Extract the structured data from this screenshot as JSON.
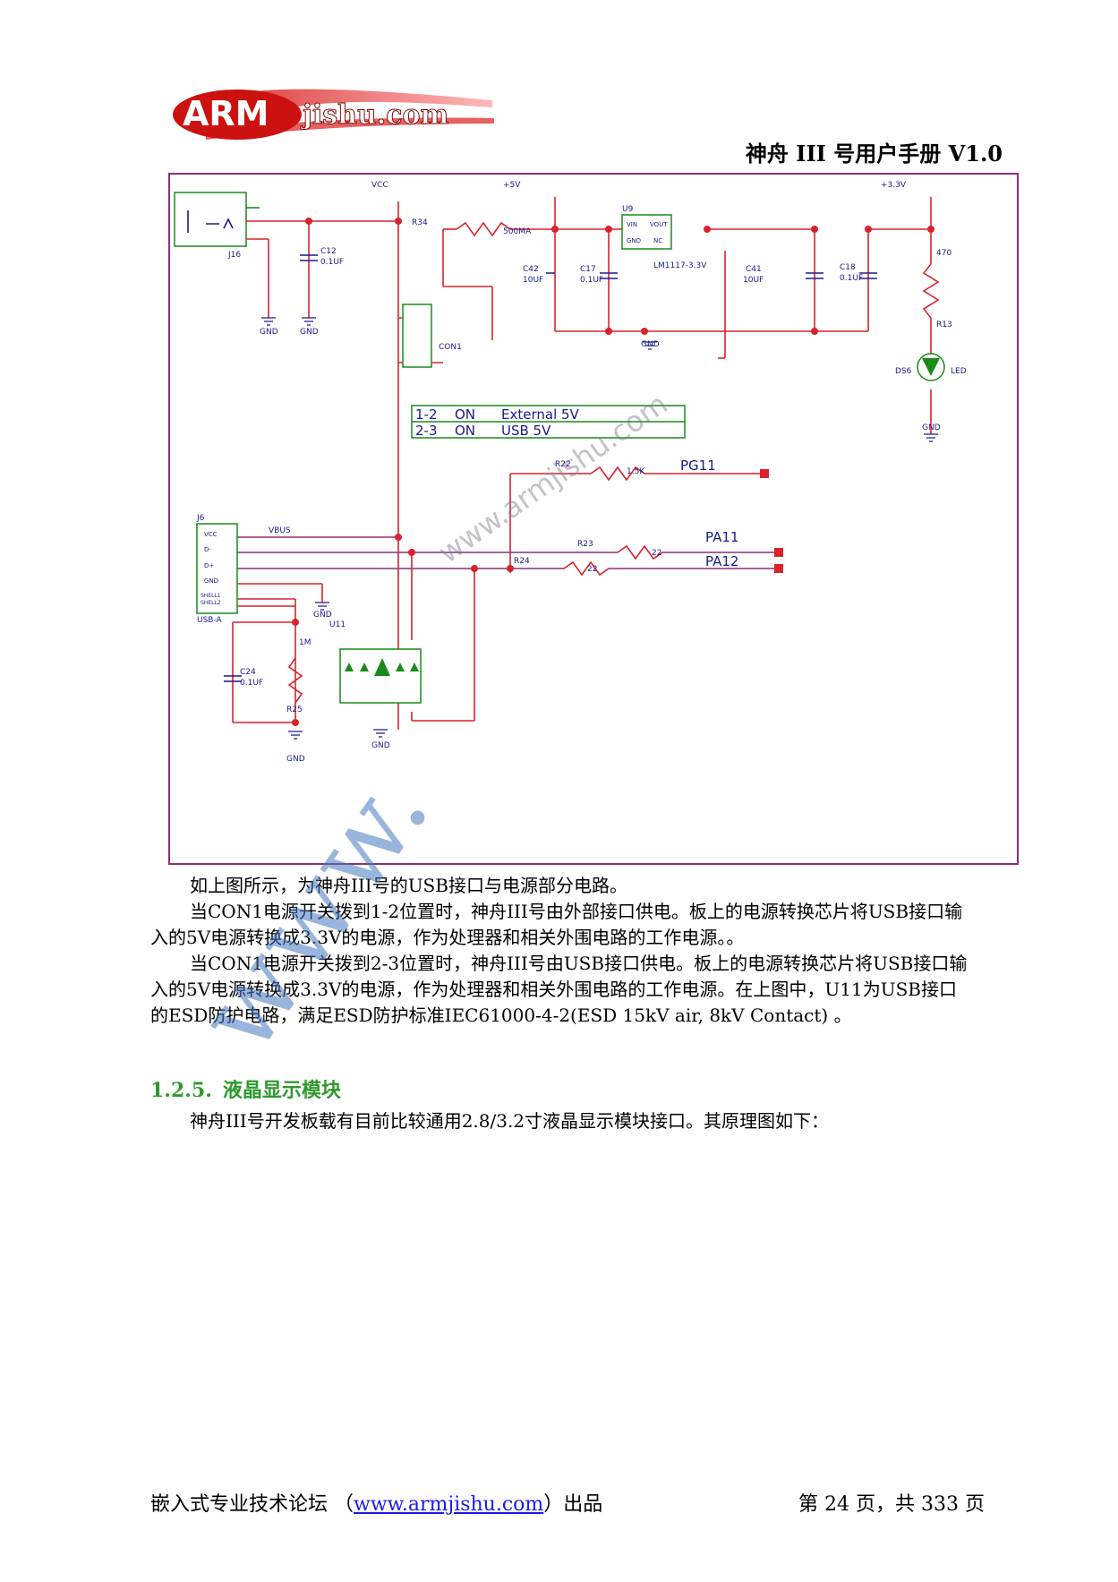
{
  "logo": {
    "brand_arm": "ARM",
    "brand_rest": "jishu.com"
  },
  "header": {
    "title": "神舟 III 号用户手册  V1.0"
  },
  "schematic": {
    "labels": {
      "vcc": "VCC",
      "p5v": "+5V",
      "p33v": "+3.3V",
      "j16": "J16",
      "c12": "C12",
      "c12v": "0.1UF",
      "gnd": "GND",
      "r34": "R34",
      "r34v": "500MA",
      "c42": "C42",
      "c42v": "10UF",
      "c17": "C17",
      "c17v": "0.1UF",
      "u9": "U9",
      "vin": "VIN",
      "vout": "VOUT",
      "gndpin": "GND",
      "nc": "NC",
      "lm": "LM1117-3.3V",
      "c41": "C41",
      "c41v": "10UF",
      "c18": "C18",
      "c18v": "0.1UF",
      "r13v": "470",
      "r13": "R13",
      "ds6": "DS6",
      "led": "LED",
      "con1": "CON1",
      "r22": "R22",
      "r22v": "1.5K",
      "pg11": "PG11",
      "pa11": "PA11",
      "pa12": "PA12",
      "r23": "R23",
      "r23v": "22",
      "r24": "R24",
      "r24v": "22",
      "j6": "J6",
      "vcc_pin": "VCC",
      "dm": "D-",
      "dp": "D+",
      "gnd_pin": "GND",
      "shell1": "SHELL1",
      "shell2": "SHELL2",
      "usba": "USB-A",
      "vbus": "VBUS",
      "u11": "U11",
      "c24": "C24",
      "c24v": "0.1UF",
      "r25": "R25",
      "r25v": "1M",
      "wm": "www.armjishu.com"
    },
    "table": [
      {
        "pins": "1-2",
        "state": "ON",
        "desc": "External 5V"
      },
      {
        "pins": "2-3",
        "state": "ON",
        "desc": "USB 5V"
      }
    ]
  },
  "body": {
    "p1": "如上图所示，为神舟III号的USB接口与电源部分电路。",
    "p2_l1": "当CON1电源开关拨到1-2位置时，神舟III号由外部接口供电。板上的电源转换芯片将USB接口输",
    "p2_l2": "入的5V电源转换成3.3V的电源，作为处理器和相关外围电路的工作电源。。",
    "p3_l1": "当CON1电源开关拨到2-3位置时，神舟III号由USB接口供电。板上的电源转换芯片将USB接口输",
    "p3_l2": "入的5V电源转换成3.3V的电源，作为处理器和相关外围电路的工作电源。在上图中，U11为USB接口",
    "p3_l3": "的ESD防护电路，满足ESD防护标准IEC61000-4-2(ESD 15kV air, 8kV Contact) 。",
    "section_num": "1.2.5.",
    "section_title": "液晶显示模块",
    "p4": "神舟III号开发板载有目前比较通用2.8/3.2寸液晶显示模块接口。其原理图如下："
  },
  "watermark": "www.",
  "footer": {
    "left_prefix": "嵌入式专业技术论坛  （",
    "link": "www.armjishu.com",
    "left_suffix": "）出品",
    "right": "第 24 页，共 333 页"
  },
  "colors": {
    "wire_red": "#d9232a",
    "wire_purple": "#8b2f7a",
    "green": "#1a8a1a",
    "section": "#2e9a2e"
  }
}
